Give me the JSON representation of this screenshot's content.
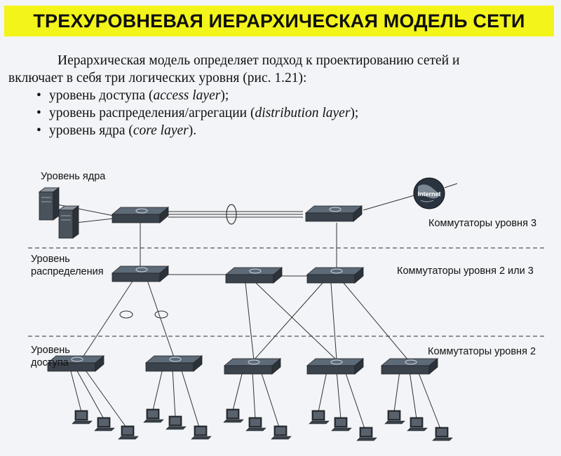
{
  "title": "ТРЕХУРОВНЕВАЯ ИЕРАРХИЧЕСКАЯ МОДЕЛЬ СЕТИ",
  "intro": {
    "line1": "Иерархическая модель определяет подход к проектированию сетей и",
    "line2": "включает в себя три логических уровня (рис. 1.21):",
    "items": [
      {
        "text": "уровень доступа (",
        "italic": "access layer",
        "tail": ");"
      },
      {
        "text": "уровень распределения/агрегации (",
        "italic": "distribution layer",
        "tail": ");"
      },
      {
        "text": "уровень ядра (",
        "italic": "core layer",
        "tail": ")."
      }
    ]
  },
  "diagram": {
    "labels": {
      "core_level": "Уровень ядра",
      "dist_level_1": "Уровень",
      "dist_level_2": "распределения",
      "access_level_1": "Уровень",
      "access_level_2": "доступа",
      "switches_l3": "Коммутаторы уровня 3",
      "switches_l2_or_l3": "Коммутаторы уровня 2 или 3",
      "switches_l2": "Коммутаторы уровня 2",
      "internet": "Internet"
    },
    "colors": {
      "switch_top": "#5d6a78",
      "switch_side": "#2b323a",
      "line": "#333333",
      "dash": "#555555",
      "globe": "#2a3440"
    }
  }
}
